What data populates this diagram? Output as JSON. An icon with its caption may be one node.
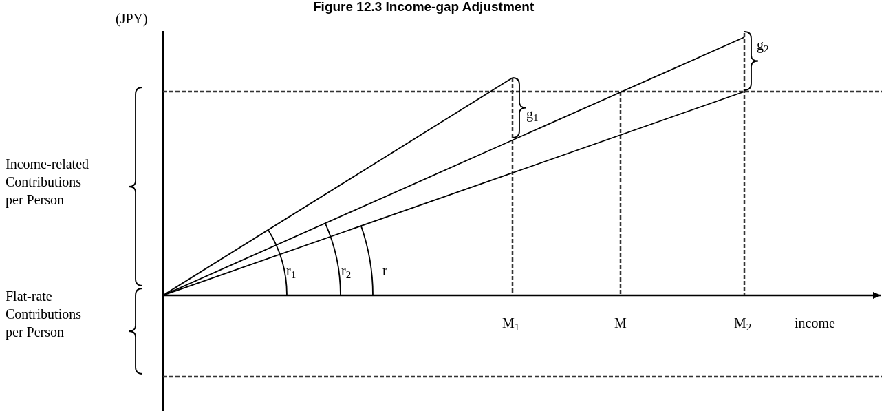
{
  "diagram": {
    "title": "Figure 12.3 Income-gap Adjustment",
    "labels": [
      "(JPY)",
      "g$_{2}$",
      "g$_{1}$",
      "Income-related Contributions per Person",
      "r$_{1}$",
      "r$_{2}$",
      "r",
      "Flat-rate Contributions per Person",
      "M$_{1}$",
      "M",
      "M$_{2}$",
      "income"
    ]
  }
}
